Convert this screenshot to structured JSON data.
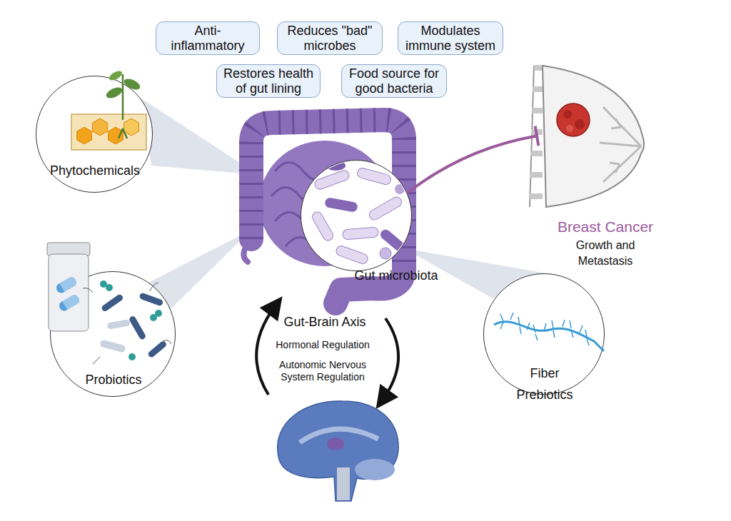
{
  "diagram": {
    "nodes": [
      {
        "text": [
          "Anti- inflammatory"
        ]
      },
      {
        "text": [
          "Reduces \"bad\" microbes"
        ]
      },
      {
        "text": [
          "Modulates immune system"
        ]
      },
      {
        "text": [
          "Restores health of gut lining"
        ]
      },
      {
        "text": [
          "Food source for good bacteria"
        ]
      },
      {
        "text": [
          "Phytochemicals"
        ]
      },
      {
        "text": [
          "Gut microbiota"
        ]
      },
      {
        "text": [
          "Breast Cancer",
          "Growth and Metastasis"
        ]
      },
      {
        "text": [
          "Probiotics"
        ]
      },
      {
        "text": [
          "Fiber Prebiotics"
        ]
      }
    ],
    "edges": [
      {
        "from": 6,
        "to": 7,
        "arrow": "to"
      }
    ],
    "labels": [
      "Gut-Brain Axis",
      "Hormonal Regulation",
      "Autonomic Nervous System Regulation"
    ]
  }
}
